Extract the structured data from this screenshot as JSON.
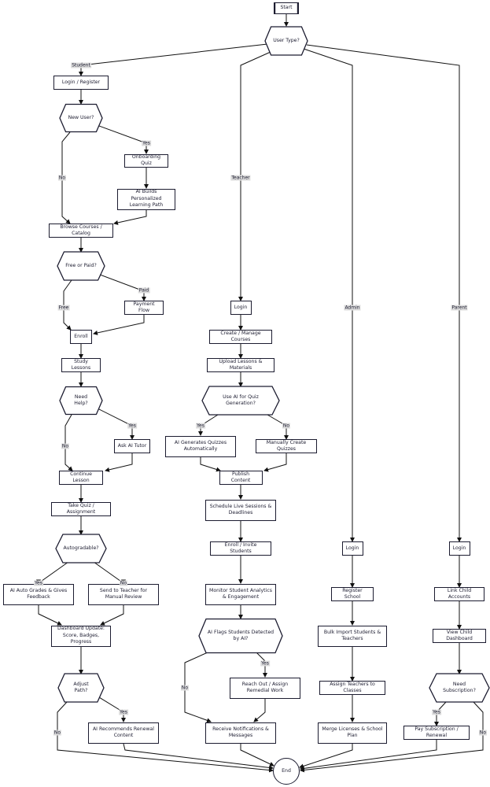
{
  "diagram": {
    "type": "flowchart",
    "nodes": {
      "start": "Start",
      "userType": "User Type?",
      "loginReg": "Login / Register",
      "newUser": "New User?",
      "onboard": "Onboarding Quiz",
      "aiPath": "AI Builds Personalized Learning Path",
      "browse": "Browse Courses / Catalog",
      "freePaid": "Free or Paid?",
      "payment": "Payment Flow",
      "enroll": "Enroll",
      "study": "Study Lessons",
      "needHelp": "Need Help?",
      "askTutor": "Ask AI Tutor",
      "continue": "Continue Lesson",
      "takeQuiz": "Take Quiz / Assignment",
      "autograde": "Autogradable?",
      "aiGrade": "AI Auto Grades & Gives Feedback",
      "sendTeacher": "Send to Teacher for Manual Review",
      "dashboard": "Dashboard Update: Score, Badges, Progress",
      "adjust": "Adjust Path?",
      "aiRecommend": "AI Recommends Renewal Content",
      "tLogin": "Login",
      "createCourses": "Create / Manage Courses",
      "upload": "Upload Lessons & Materials",
      "useAI": "Use AI for Quiz Generation?",
      "aiGen": "AI Generates Quizzes Automatically",
      "manual": "Manually Create Quizzes",
      "publish": "Publish Content",
      "schedule": "Schedule Live Sessions & Deadlines",
      "enrollInvite": "Enroll / Invite Students",
      "monitor": "Monitor Student Analytics & Engagement",
      "aiFlags": "AI Flags Students Detected by AI?",
      "reachOut": "Reach Out / Assign Remedial Work",
      "receive": "Receive Notifications & Messages",
      "aLogin": "Login",
      "registerSchool": "Register School",
      "bulk": "Bulk Import Students & Teachers",
      "assign": "Assign Teachers to Classes",
      "merge": "Merge Licenses & School Plan",
      "pLogin": "Login",
      "link": "Link Child Accounts",
      "viewChild": "View Child Dashboard",
      "needSub": "Need Subscription?",
      "paySub": "Pay Subscription / Renewal",
      "end": "End"
    },
    "edge_labels": {
      "student": "Student",
      "teacher": "Teacher",
      "admin": "Admin",
      "parent": "Parent",
      "yes": "Yes",
      "no": "No",
      "free": "Free",
      "paid": "Paid"
    }
  }
}
